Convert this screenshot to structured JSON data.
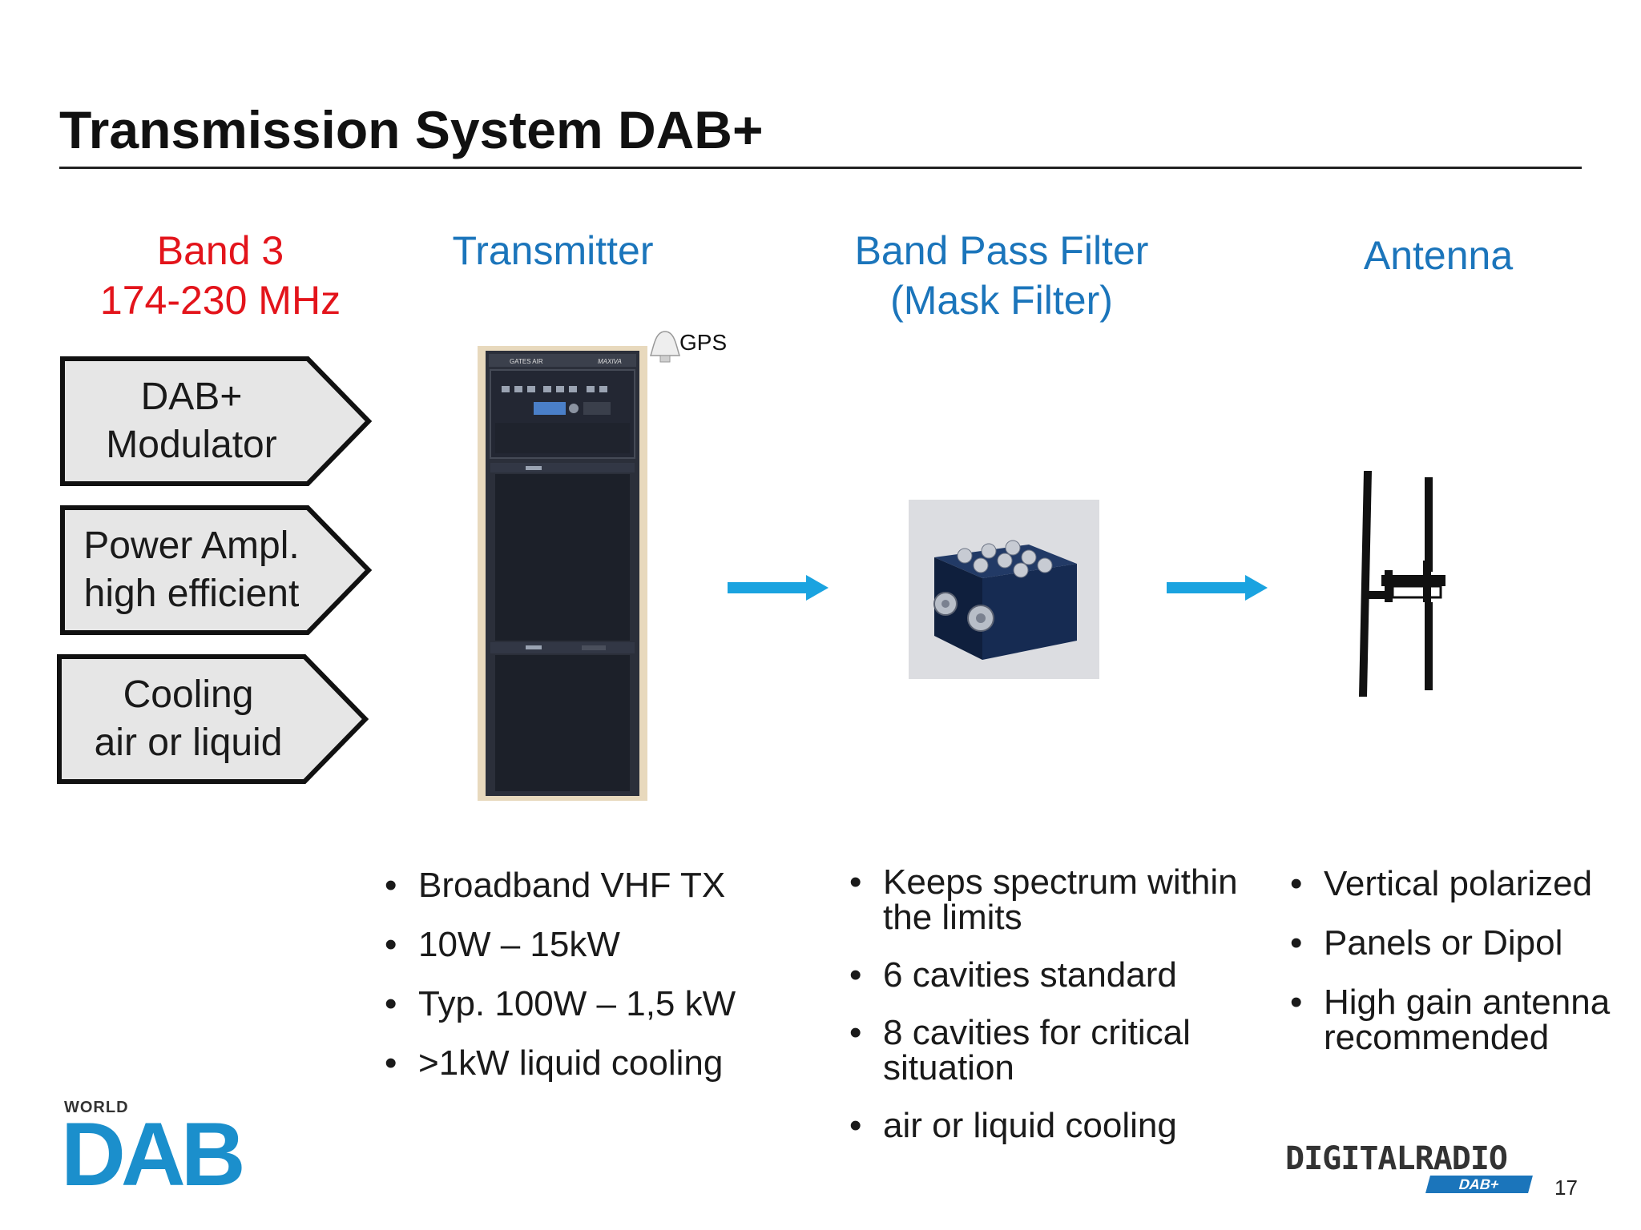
{
  "slide": {
    "title": "Transmission System DAB+",
    "page_number": "17"
  },
  "band": {
    "line1": "Band 3",
    "line2": "174-230 MHz"
  },
  "columns": {
    "transmitter": {
      "heading": "Transmitter"
    },
    "filter": {
      "heading_line1": "Band Pass Filter",
      "heading_line2": "(Mask Filter)"
    },
    "antenna": {
      "heading": "Antenna"
    }
  },
  "modules": [
    {
      "line1": "DAB+",
      "line2": "Modulator"
    },
    {
      "line1": "Power Ampl.",
      "line2": "high efficient"
    },
    {
      "line1": "Cooling",
      "line2": "air or liquid"
    }
  ],
  "transmitter_image": {
    "gps_label": "GPS",
    "brand_left": "GATES AIR",
    "brand_right": "MAXIVA"
  },
  "bullets": {
    "transmitter": [
      "Broadband VHF TX",
      "10W – 15kW",
      "Typ. 100W – 1,5 kW",
      ">1kW liquid cooling"
    ],
    "filter": [
      {
        "l1": "Keeps spectrum within",
        "l2": "the limits"
      },
      {
        "l1": "6 cavities standard"
      },
      {
        "l1": "8 cavities for critical",
        "l2": "situation"
      },
      {
        "l1": "air or liquid cooling"
      }
    ],
    "antenna": [
      {
        "l1": "Vertical polarized"
      },
      {
        "l1": "Panels or Dipol"
      },
      {
        "l1": "High gain antenna",
        "l2": "recommended"
      }
    ]
  },
  "logos": {
    "worlddab_top": "WORLD",
    "worlddab_main": "DAB",
    "digitalradio_main": "DIGITALRADIO",
    "digitalradio_sub": "DAB+"
  },
  "colors": {
    "accent_blue": "#1b75bb",
    "band_red": "#e3141b",
    "arrow_blue": "#1aa3e0",
    "chevron_fill": "#e6e6e6"
  }
}
